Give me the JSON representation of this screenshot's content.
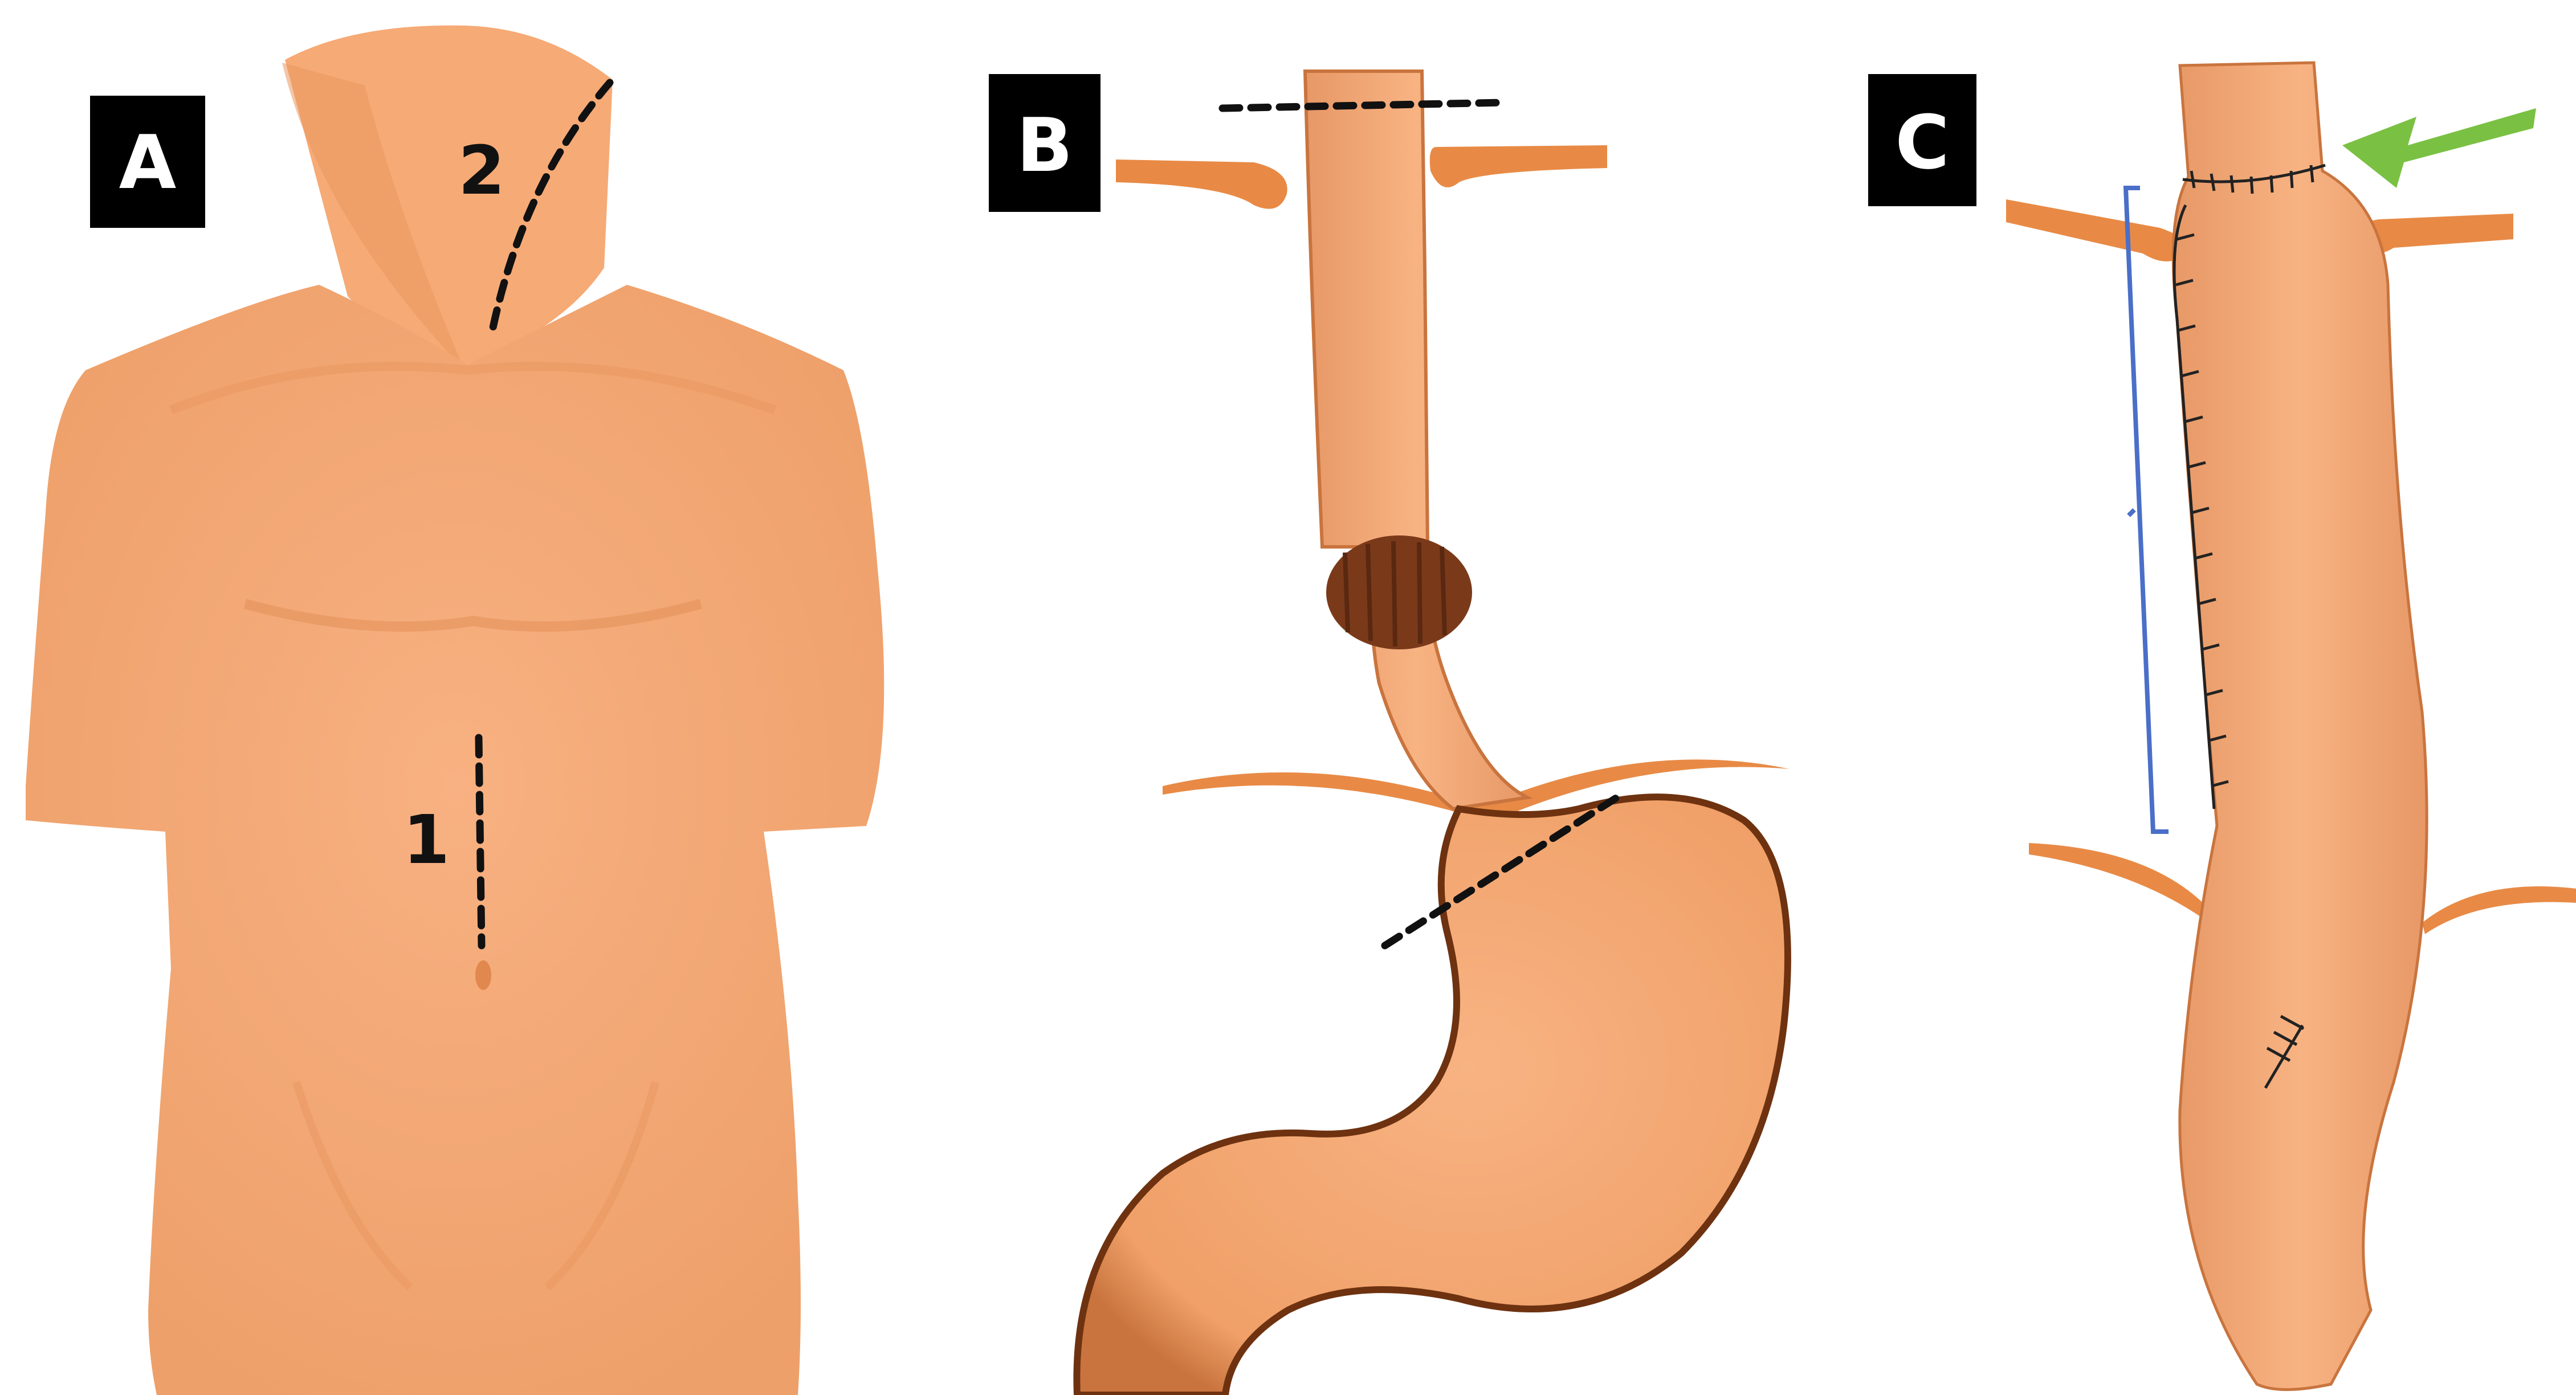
{
  "panels": [
    {
      "label": "A",
      "incision_labels": [
        "1",
        "2"
      ]
    },
    {
      "label": "B"
    },
    {
      "label": "C"
    }
  ],
  "colors": {
    "skin": "#f6aa76",
    "organ_outline": "#7a3a12",
    "vessel": "#e88a45",
    "sphincter_band": "#7a3a1a",
    "arrow": "#7ac143",
    "bracket": "#4a6fc8",
    "cut_line": "#111111",
    "label_box": "#000000",
    "label_text": "#ffffff"
  },
  "icons": {
    "anastomosis_arrow": "arrow-icon",
    "gastric_tube_bracket": "bracket-icon"
  }
}
